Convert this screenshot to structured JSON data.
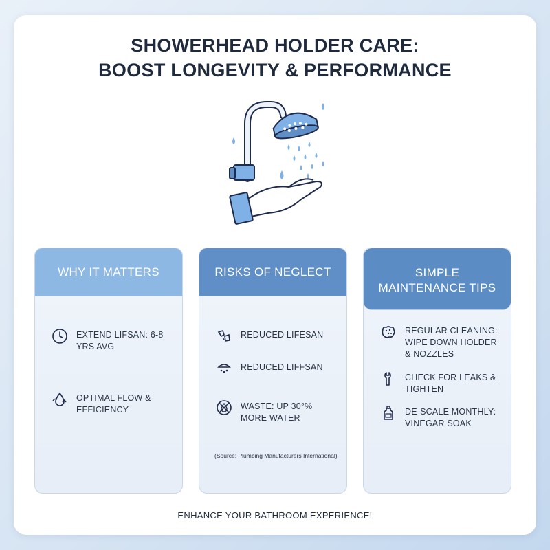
{
  "title_line1": "SHOWERHEAD HOLDER CARE:",
  "title_line2": "BOOST LONGEVITY & PERFORMANCE",
  "columns": [
    {
      "heading": "WHY IT MATTERS",
      "items": [
        {
          "icon": "clock-icon",
          "text": "EXTEND LIFSAN: 6-8 YRS AVG"
        },
        {
          "icon": "water-flow-icon",
          "text": "OPTIMAL FLOW & EFFICIENCY"
        }
      ]
    },
    {
      "heading": "RISKS OF NEGLECT",
      "items": [
        {
          "icon": "broken-pipe-icon",
          "text": "REDUCED LIFESAN"
        },
        {
          "icon": "leaking-nozzle-icon",
          "text": "REDUCED LIFFSAN"
        },
        {
          "icon": "no-water-waste-icon",
          "text": "WASTE: UP 30°% MORE WATER"
        }
      ],
      "source": "(Source: Plumbing Manufacturers International)"
    },
    {
      "heading": "SIMPLE MAINTENANCE TIPS",
      "items": [
        {
          "icon": "sponge-icon",
          "text": "REGULAR CLEANING: WIPE DOWN HOLDER & NOZZLES"
        },
        {
          "icon": "wrench-icon",
          "text": "CHECK FOR LEAKS & TIGHTEN"
        },
        {
          "icon": "vinegar-bottle-icon",
          "text": "DE-SCALE MONTHLY: VINEGAR SOAK"
        }
      ]
    }
  ],
  "footer": "ENHANCE YOUR BATHROOM EXPERIENCE!",
  "colors": {
    "title": "#1f2b3d",
    "header_light": "#8db8e3",
    "header_mid": "#5f8fc6",
    "header_dark": "#5b8cc4",
    "water_blue": "#7fb0e6",
    "outline": "#1f2b4a"
  }
}
